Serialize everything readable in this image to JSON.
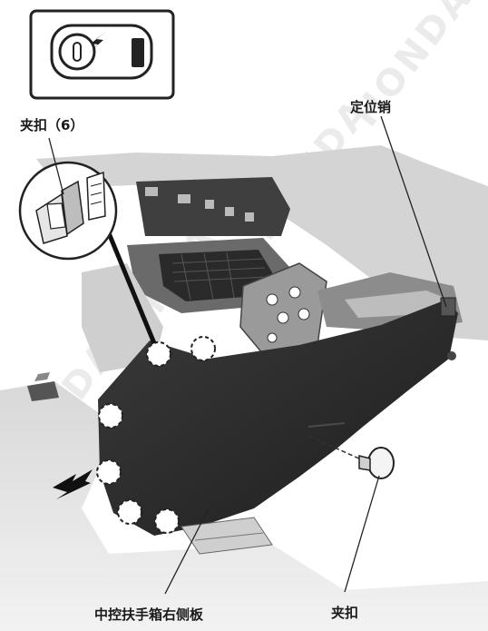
{
  "labels": {
    "clip_count": "夹扣（6）",
    "locating_pin": "定位销",
    "center_console_right_side_panel": "中控扶手箱右侧板",
    "clip": "夹扣"
  },
  "watermark": "HONDA",
  "colors": {
    "panel": "#2b2b2b",
    "line": "#222222",
    "console_light": "#ececec",
    "console_mid": "#b9b9b9"
  }
}
